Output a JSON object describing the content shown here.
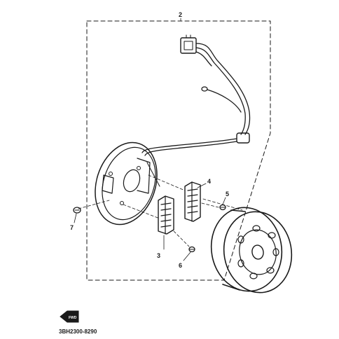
{
  "diagram": {
    "callouts": [
      "2",
      "3",
      "4",
      "5",
      "6",
      "7"
    ],
    "part_code": "3BH2300-8290",
    "front_badge": "FWD"
  },
  "colors": {
    "ink": "#1a1a1a",
    "background": "#ffffff"
  }
}
